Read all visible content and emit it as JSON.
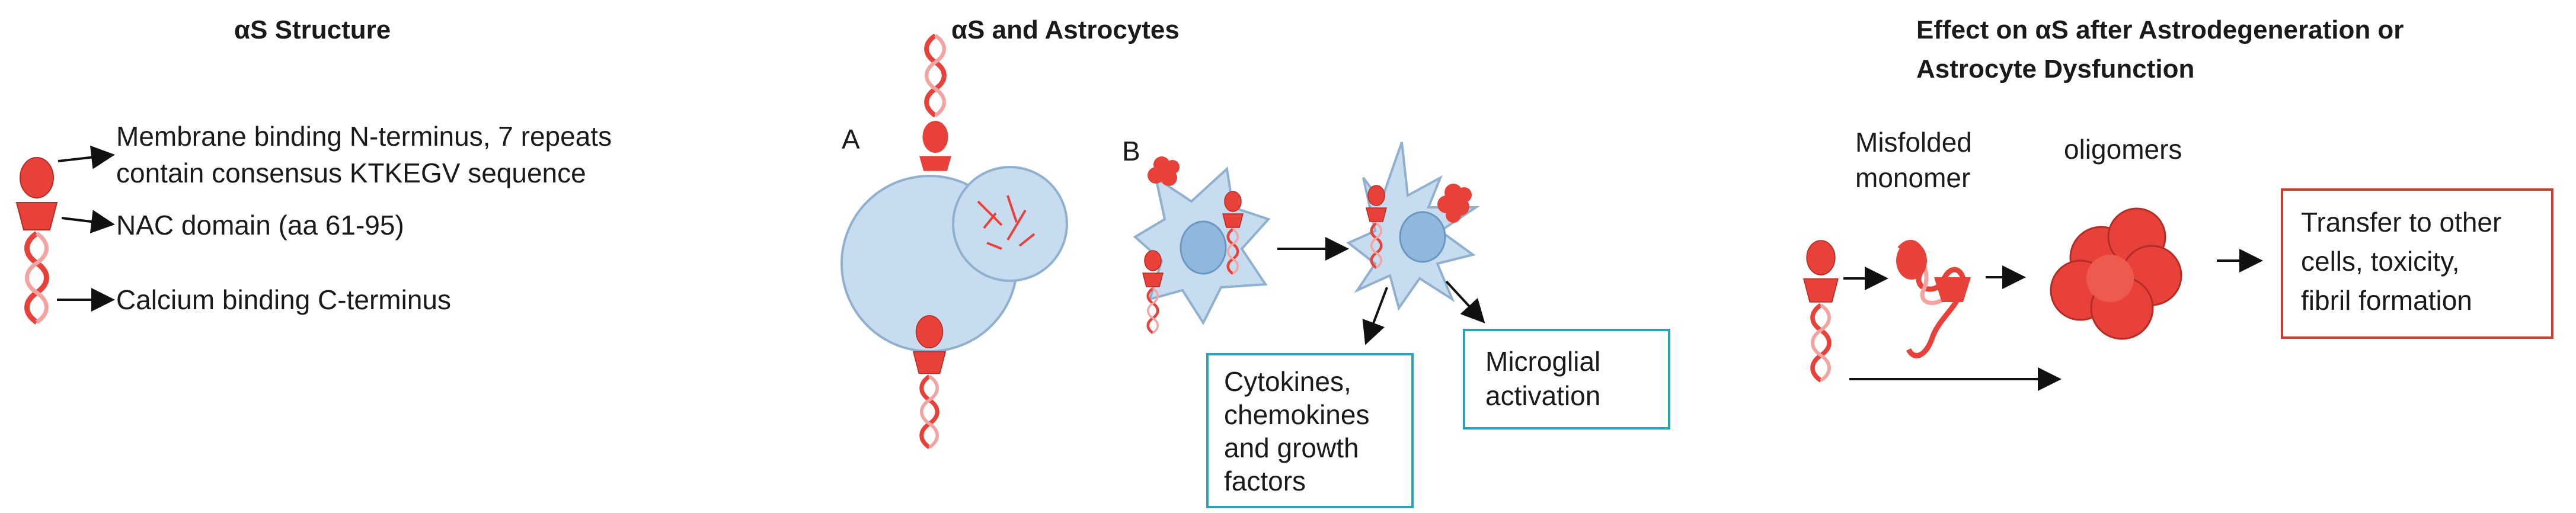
{
  "panels": {
    "structure": {
      "title": "αS Structure",
      "labels": {
        "n_terminus_1": "Membrane binding N-terminus, 7 repeats",
        "n_terminus_2": "contain consensus KTKEGV sequence",
        "nac": "NAC domain (aa 61-95)",
        "c_terminus": "Calcium binding C-terminus"
      }
    },
    "astrocytes": {
      "title": "αS and Astrocytes",
      "letter_a": "A",
      "letter_b": "B",
      "box_cytokines": [
        "Cytokines,",
        "chemokines",
        "and growth",
        "factors"
      ],
      "box_microglia": [
        "Microglial",
        "activation"
      ]
    },
    "effect": {
      "title_line1": "Effect on αS after Astrodegeneration or",
      "title_line2": "Astrocyte Dysfunction",
      "misfolded_1": "Misfolded",
      "misfolded_2": "monomer",
      "oligomers": "oligomers",
      "box_transfer": [
        "Transfer to other",
        "cells, toxicity,",
        "fibril formation"
      ]
    }
  },
  "colors": {
    "protein_red": "#e8413a",
    "protein_light": "#f3a3a0",
    "cell_blue": "#c7dcef",
    "nucleus_blue": "#8fb8dc",
    "box_teal": "#2aa3b9",
    "box_red": "#d33a2c"
  }
}
